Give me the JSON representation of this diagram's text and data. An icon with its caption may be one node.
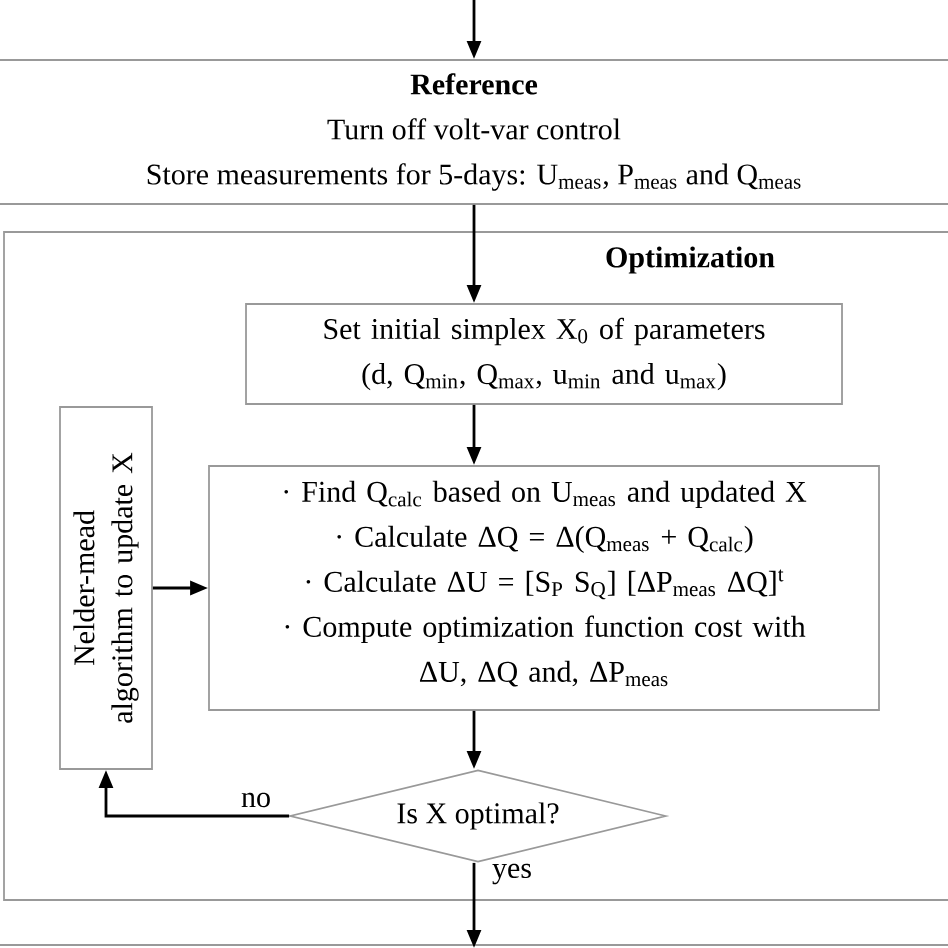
{
  "diagram": {
    "nodes": [
      {
        "text": [
          "**Reference**",
          "Turn off volt-var control",
          "Store measurements for 5-days: U$_{meas}$, P$_{meas}$ and Q$_{meas}$"
        ]
      },
      {
        "text": [
          "**Optimization**"
        ]
      },
      {
        "text": [
          "Set initial simplex X$_{0}$ of parameters (d, Q$_{min}$, Q$_{max}$, u$_{min}$ and u$_{max}$)"
        ],
        "in": 1
      },
      {
        "text": [
          "· Find Q$_{calc}$ based on U$_{meas}$ and updated X",
          "· Calculate ΔQ = Δ(Q$_{meas}$ + Q$_{calc}$)",
          "· Calculate ΔU = [S$_{P}$ S$_{Q}$] [ΔP$_{meas}$ ΔQ]$^{t}$",
          "· Compute optimization function cost with ΔU, ΔQ and, ΔP$_{meas}$"
        ],
        "in": 1
      },
      {
        "text": [
          "Nelder-mead algorithm to update X"
        ],
        "in": 1
      },
      {
        "text": [
          "Is X optimal?"
        ],
        "in": 1
      }
    ],
    "edges": [
      {
        "from": null,
        "to": 0,
        "arrow": "to"
      },
      {
        "from": 0,
        "to": 2,
        "arrow": "to"
      },
      {
        "from": 2,
        "to": 3,
        "arrow": "to"
      },
      {
        "from": 3,
        "to": 5,
        "arrow": "to"
      },
      {
        "from": 5,
        "to": 4,
        "arrow": "to",
        "label": "no"
      },
      {
        "from": 4,
        "to": 3,
        "arrow": "to"
      },
      {
        "from": 5,
        "to": null,
        "arrow": "to",
        "label": "yes"
      }
    ]
  }
}
